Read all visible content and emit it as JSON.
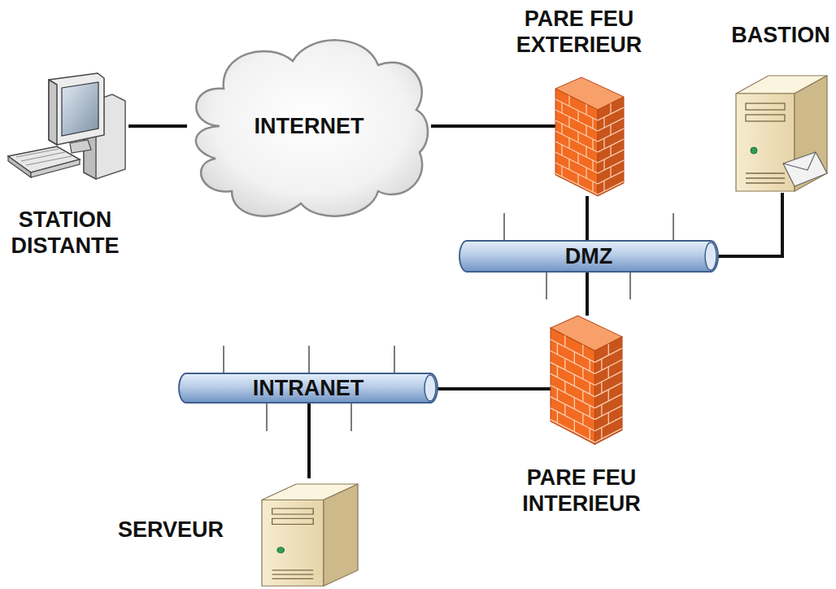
{
  "diagram": {
    "nodes": [
      {
        "text": [
          "STATION DISTANTE"
        ]
      },
      {
        "text": [
          "INTERNET"
        ]
      },
      {
        "text": [
          "PARE FEU EXTERIEUR"
        ]
      },
      {
        "text": [
          "BASTION"
        ]
      },
      {
        "text": [
          "DMZ"
        ]
      },
      {
        "text": [
          "PARE FEU INTERIEUR"
        ]
      },
      {
        "text": [
          "INTRANET"
        ]
      },
      {
        "text": [
          "SERVEUR"
        ]
      }
    ],
    "edges": [
      {
        "from": 0,
        "to": 1,
        "arrow": "none"
      },
      {
        "from": 1,
        "to": 2,
        "arrow": "none"
      },
      {
        "from": 2,
        "to": 4,
        "arrow": "none"
      },
      {
        "from": 4,
        "to": 3,
        "arrow": "none"
      },
      {
        "from": 4,
        "to": 5,
        "arrow": "none"
      },
      {
        "from": 5,
        "to": 6,
        "arrow": "none"
      },
      {
        "from": 6,
        "to": 7,
        "arrow": "none"
      }
    ]
  }
}
